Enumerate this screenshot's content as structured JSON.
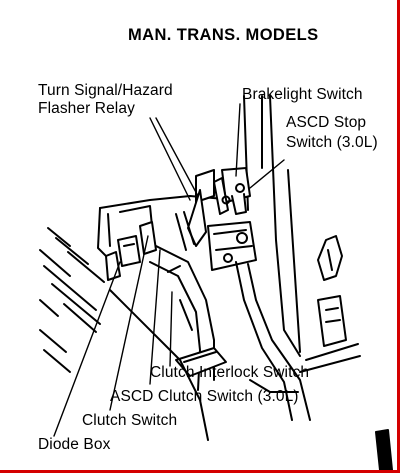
{
  "title": "MAN. TRANS. MODELS",
  "labels": {
    "turn_signal_line1": "Turn Signal/Hazard",
    "turn_signal_line2": "Flasher Relay",
    "brakelight_switch": "Brakelight Switch",
    "ascd_stop_line1": "ASCD Stop",
    "ascd_stop_line2": "Switch (3.0L)",
    "clutch_interlock": "Clutch Interlock Switch",
    "ascd_clutch": "ASCD Clutch Switch (3.0L)",
    "clutch_switch": "Clutch Switch",
    "diode_box": "Diode Box"
  },
  "colors": {
    "ink": "#000000",
    "frame_edge": "#d40000",
    "background": "#ffffff"
  }
}
